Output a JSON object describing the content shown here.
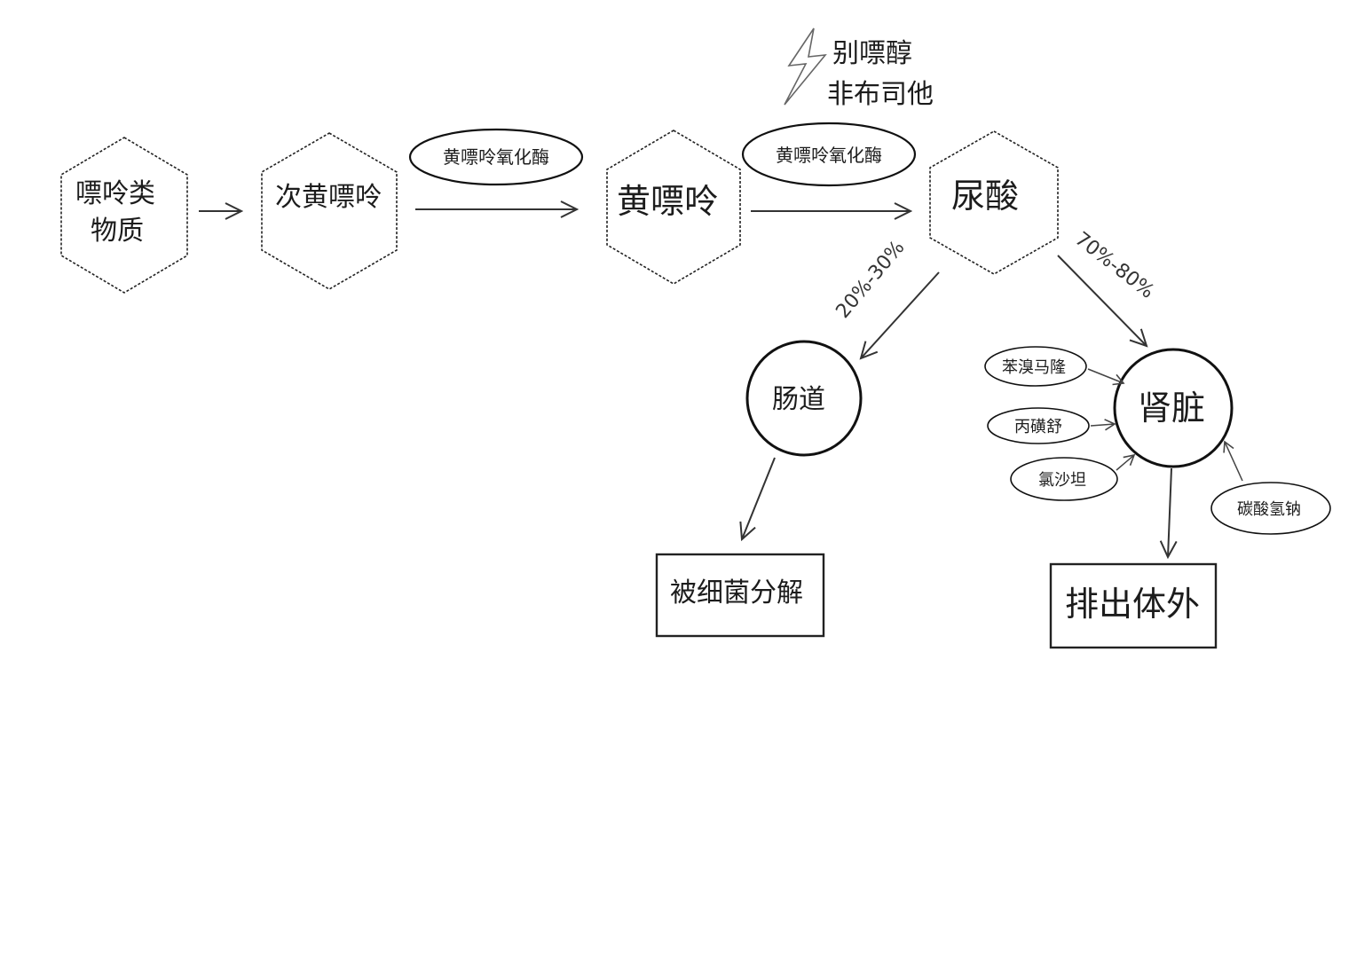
{
  "nodes": {
    "purine_substances": {
      "line1": "嘌呤类",
      "line2": "物质"
    },
    "hypoxanthine": "次黄嘌呤",
    "xanthine": "黄嘌呤",
    "uric_acid": "尿酸",
    "intestine": "肠道",
    "kidney": "肾脏",
    "bacterial_decomposition": "被细菌分解",
    "excreted": "排出体外"
  },
  "enzymes": {
    "enzyme_1": "黄嘌呤氧化酶",
    "enzyme_2": "黄嘌呤氧化酶"
  },
  "inhibitors": {
    "drug_1": "别嘌醇",
    "drug_2": "非布司他"
  },
  "pathways": {
    "intestine_pct": "20%-30%",
    "kidney_pct": "70%-80%"
  },
  "kidney_drugs": {
    "benzbromarone": "苯溴马隆",
    "probenecid": "丙磺舒",
    "losartan": "氯沙坦",
    "sodium_bicarbonate": "碳酸氢钠"
  }
}
